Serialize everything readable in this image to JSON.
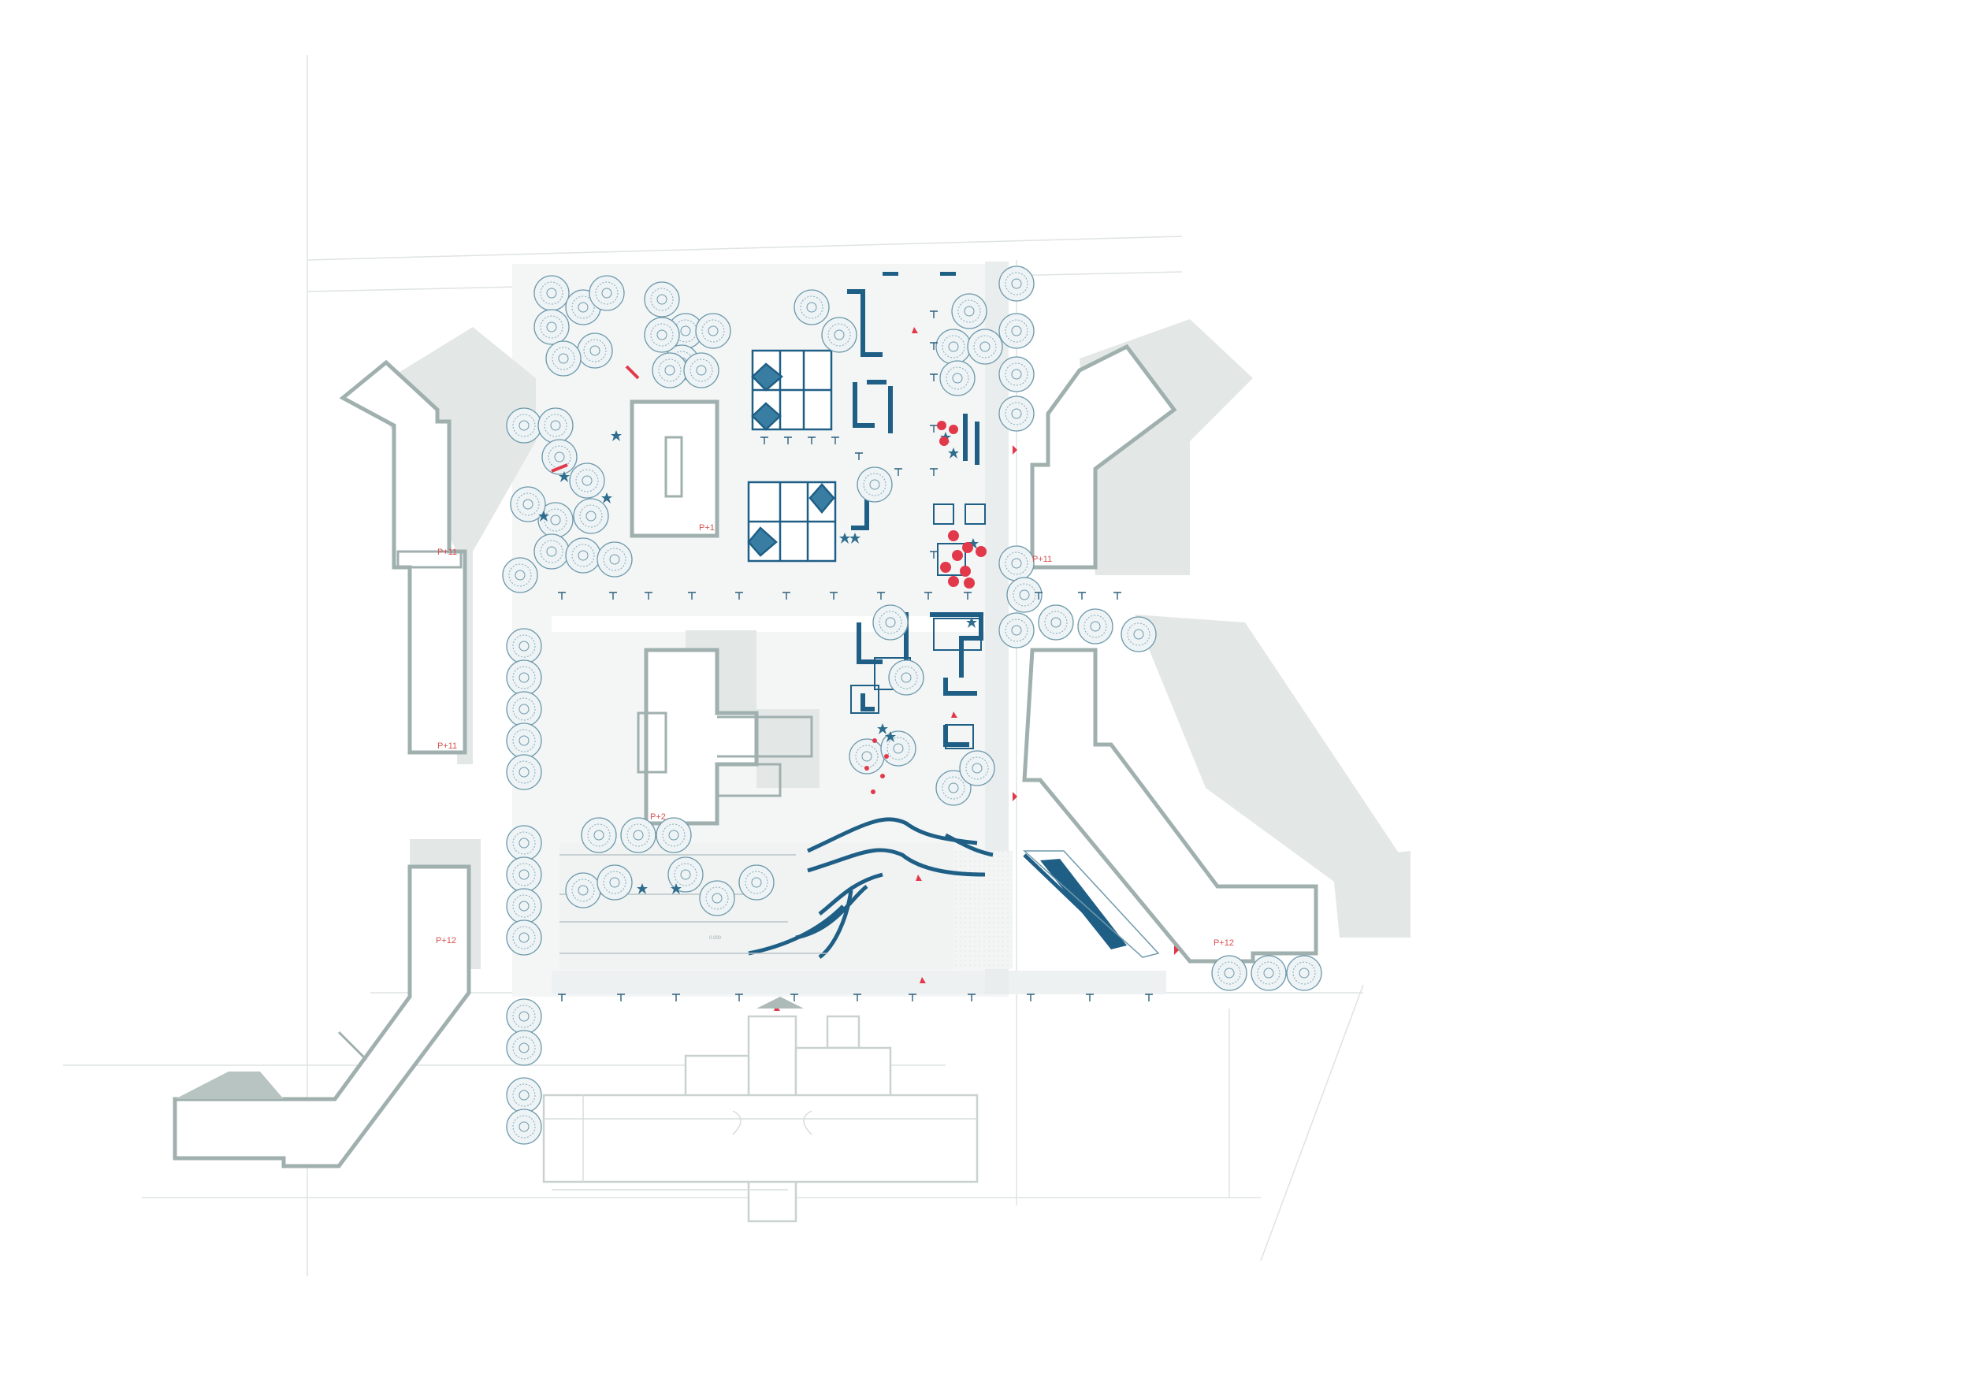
{
  "plan": {
    "building_labels": {
      "west_upper": "P+11",
      "west_upper_south": "P+11",
      "west_lower": "P+12",
      "east_upper": "P+11",
      "east_lower": "P+12",
      "center_north": "P+1",
      "center_south": "P+2"
    },
    "small_label": "0.000"
  },
  "colors": {
    "building_outline": "#9fb0ae",
    "building_fill": "#ffffff",
    "shadow": "#e2e7e6",
    "dark_shadow": "#aebab8",
    "tree": "#6f9aac",
    "tree_fill": "#eef3f5",
    "pavilion": "#1f5f86",
    "accent": "#e2394a",
    "ground": "#f2f4f4",
    "street_line": "#d8dddd"
  }
}
